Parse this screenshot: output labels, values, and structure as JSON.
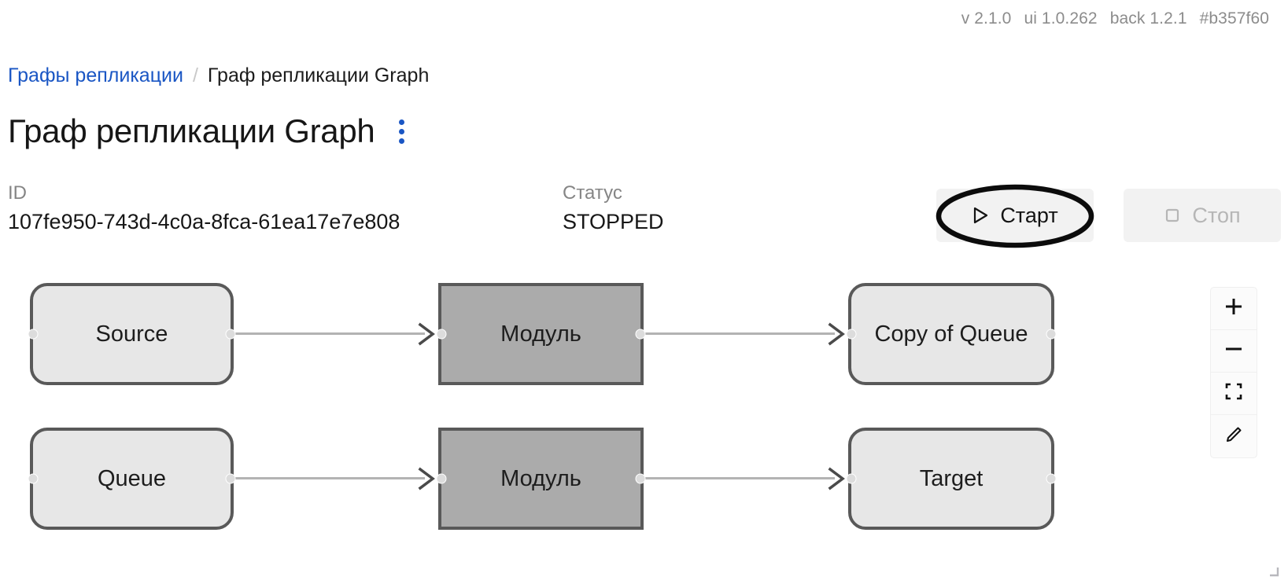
{
  "version_bar": {
    "app_version": "v 2.1.0",
    "ui_version": "ui 1.0.262",
    "back_version": "back 1.2.1",
    "commit": "#b357f60"
  },
  "breadcrumb": {
    "parent": "Графы репликации",
    "separator": "/",
    "current": "Граф репликации Graph"
  },
  "header": {
    "title": "Граф репликации Graph",
    "menu_icon": "kebab-menu-icon"
  },
  "meta": {
    "id_label": "ID",
    "id_value": "107fe950-743d-4c0a-8fca-61ea17e7e808",
    "status_label": "Статус",
    "status_value": "STOPPED"
  },
  "actions": {
    "start_label": "Старт",
    "stop_label": "Стоп",
    "start_enabled": true,
    "stop_enabled": false,
    "start_icon": "play-icon",
    "stop_icon": "stop-square-icon",
    "highlight": "ellipse-annotation-around-start"
  },
  "graph": {
    "nodes": [
      {
        "id": "source",
        "label": "Source",
        "type": "endpoint",
        "row": 0,
        "col": 0
      },
      {
        "id": "module-top",
        "label": "Модуль",
        "type": "module",
        "row": 0,
        "col": 1
      },
      {
        "id": "copy-of-queue",
        "label": "Copy of Queue",
        "type": "endpoint",
        "row": 0,
        "col": 2
      },
      {
        "id": "queue",
        "label": "Queue",
        "type": "endpoint",
        "row": 1,
        "col": 0
      },
      {
        "id": "module-bottom",
        "label": "Модуль",
        "type": "module",
        "row": 1,
        "col": 1
      },
      {
        "id": "target",
        "label": "Target",
        "type": "endpoint",
        "row": 1,
        "col": 2
      }
    ],
    "edges": [
      {
        "from": "source",
        "to": "module-top"
      },
      {
        "from": "module-top",
        "to": "copy-of-queue"
      },
      {
        "from": "queue",
        "to": "module-bottom"
      },
      {
        "from": "module-bottom",
        "to": "target"
      }
    ],
    "colors": {
      "endpoint_fill": "#e7e7e7",
      "module_fill": "#ababab",
      "node_border": "#595959",
      "edge": "#b3b3b3",
      "port": "#dcdcdc"
    }
  },
  "zoom_controls": {
    "items": [
      {
        "name": "zoom-in",
        "icon": "plus-icon"
      },
      {
        "name": "zoom-out",
        "icon": "minus-icon"
      },
      {
        "name": "fit-to-view",
        "icon": "fit-screen-icon"
      },
      {
        "name": "edit",
        "icon": "pencil-icon"
      }
    ]
  },
  "resize_handle": {
    "icon": "resize-corner-icon"
  },
  "theme": {
    "link": "#1a56c4",
    "accent": "#1a56c4",
    "text": "#171717",
    "muted": "#858585"
  }
}
